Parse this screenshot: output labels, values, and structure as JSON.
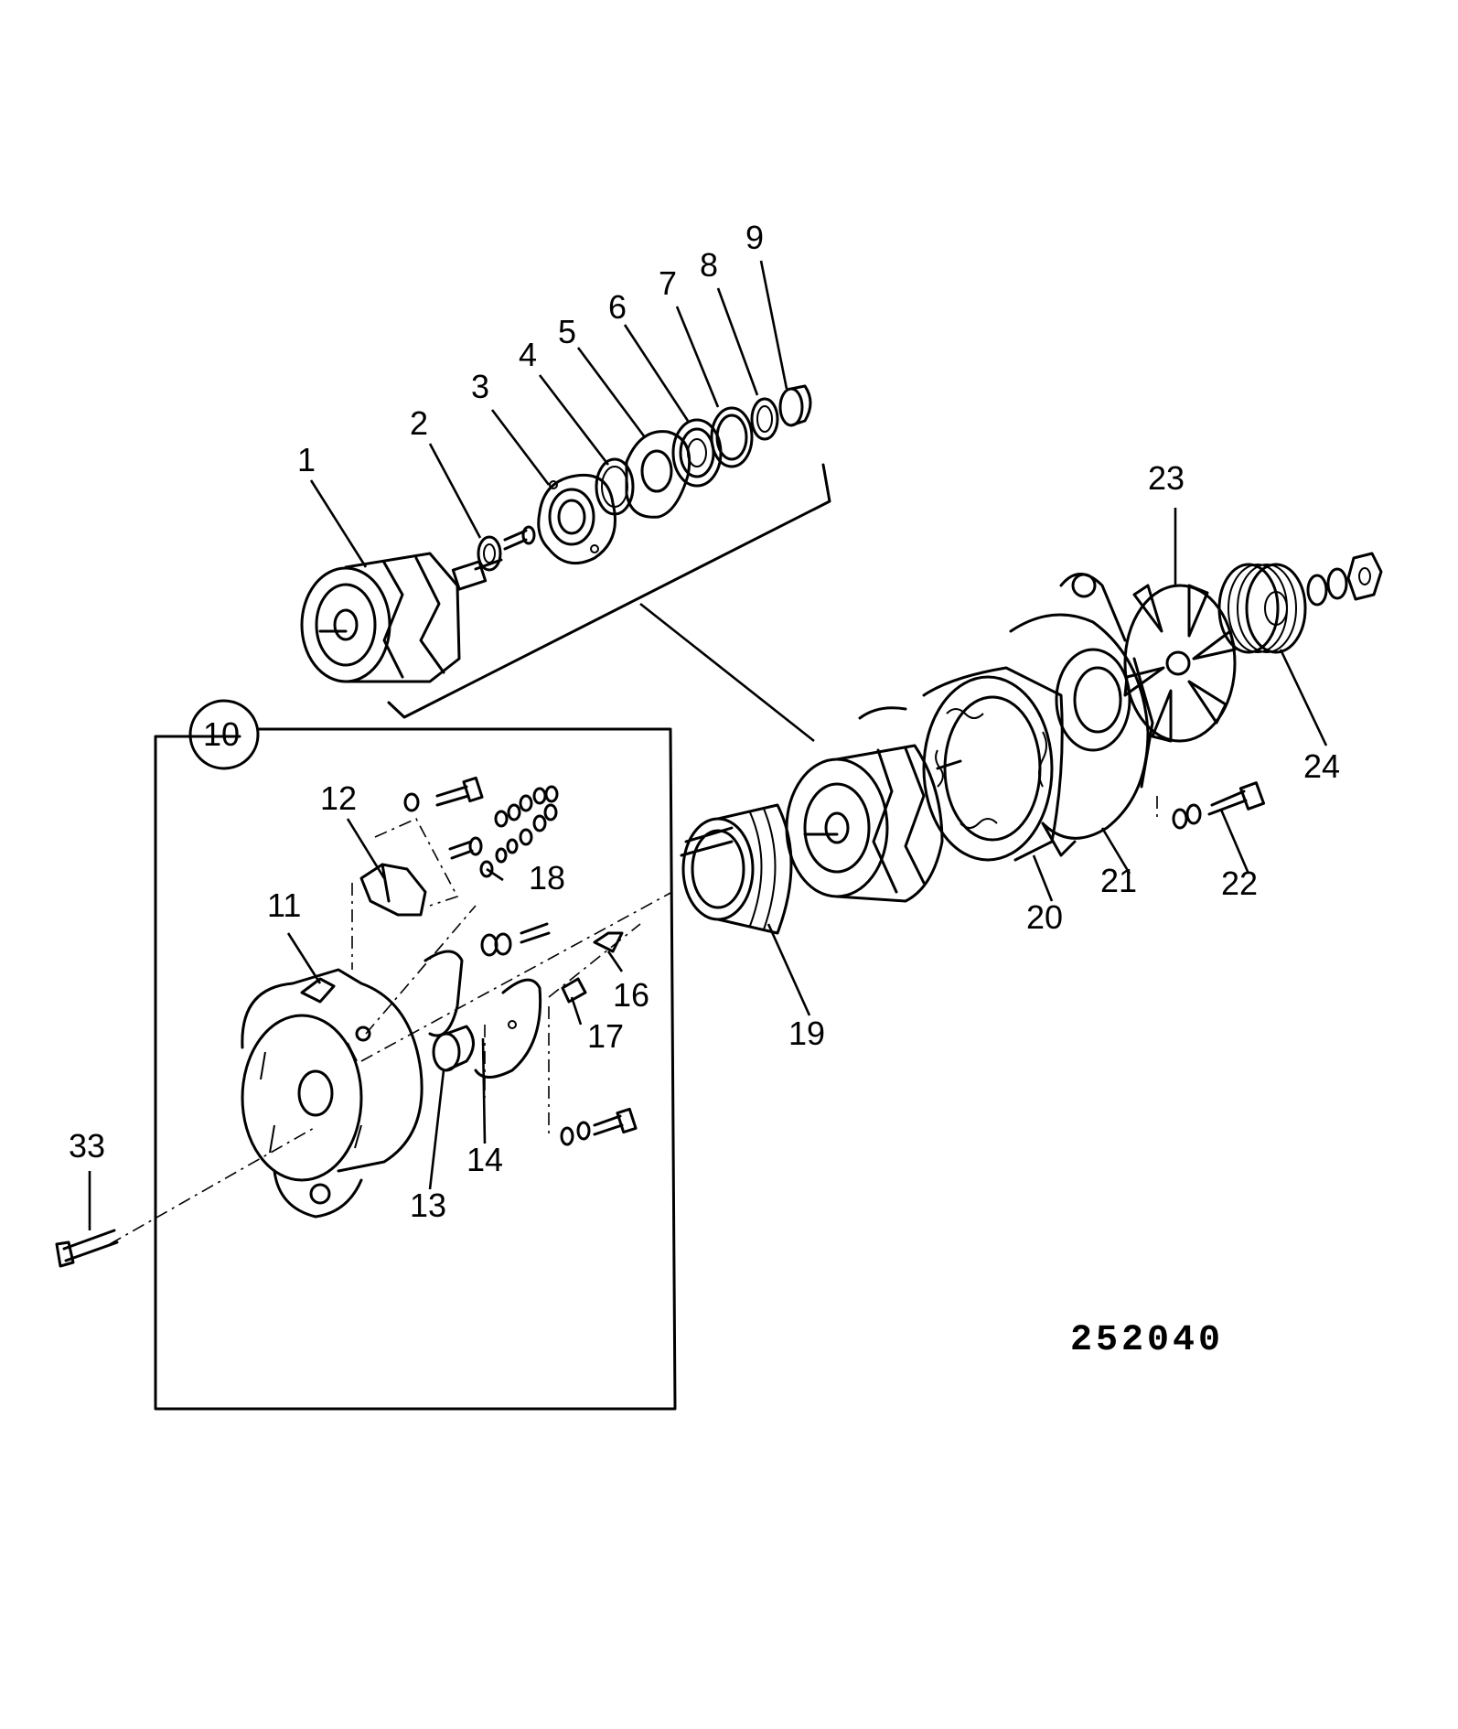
{
  "drawing_number": "252040",
  "callouts": [
    {
      "id": "1",
      "label": "1"
    },
    {
      "id": "2",
      "label": "2"
    },
    {
      "id": "3",
      "label": "3"
    },
    {
      "id": "4",
      "label": "4"
    },
    {
      "id": "5",
      "label": "5"
    },
    {
      "id": "6",
      "label": "6"
    },
    {
      "id": "7",
      "label": "7"
    },
    {
      "id": "8",
      "label": "8"
    },
    {
      "id": "9",
      "label": "9"
    },
    {
      "id": "10",
      "label": "10"
    },
    {
      "id": "11",
      "label": "11"
    },
    {
      "id": "12",
      "label": "12"
    },
    {
      "id": "13",
      "label": "13"
    },
    {
      "id": "14",
      "label": "14"
    },
    {
      "id": "16",
      "label": "16"
    },
    {
      "id": "17",
      "label": "17"
    },
    {
      "id": "18",
      "label": "18"
    },
    {
      "id": "19",
      "label": "19"
    },
    {
      "id": "20",
      "label": "20"
    },
    {
      "id": "21",
      "label": "21"
    },
    {
      "id": "22",
      "label": "22"
    },
    {
      "id": "23",
      "label": "23"
    },
    {
      "id": "24",
      "label": "24"
    },
    {
      "id": "33",
      "label": "33"
    }
  ]
}
